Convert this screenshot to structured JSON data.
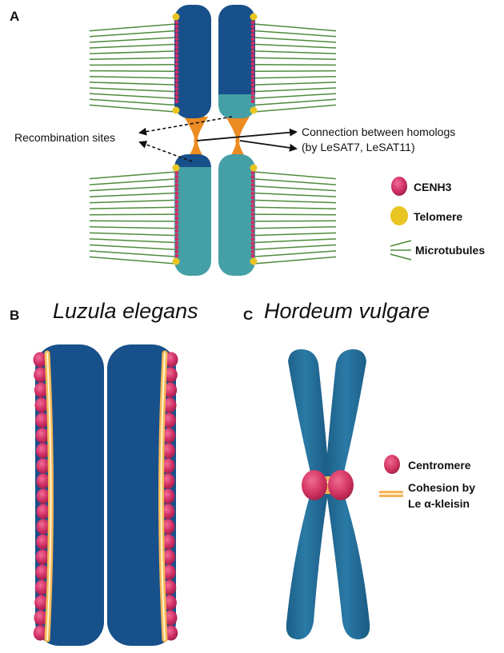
{
  "panel_a": {
    "letter": "A",
    "recombination_label": "Recombination sites",
    "connection_label_line1": "Connection between homologs",
    "connection_label_line2": "(by LeSAT7, LeSAT11)",
    "legend": {
      "cenh3": "CENH3",
      "telomere": "Telomere",
      "microtubules": "Microtubules"
    }
  },
  "panel_b": {
    "letter": "B",
    "title": "Luzula elegans"
  },
  "panel_c": {
    "letter": "C",
    "title": "Hordeum vulgare",
    "legend": {
      "centromere": "Centromere",
      "cohesion_line1": "Cohesion by",
      "cohesion_line2": "Le α-kleisin"
    }
  },
  "colors": {
    "dark_blue": "#17508a",
    "teal": "#44a0a6",
    "barley_blue": "#236f98",
    "cenh3_pink": "#cf2f65",
    "telomere_yellow": "#e9c522",
    "microtubule_green": "#4f8a3c",
    "connection_orange": "#ec8b22",
    "cohesin_orange": "#f4b25a"
  }
}
